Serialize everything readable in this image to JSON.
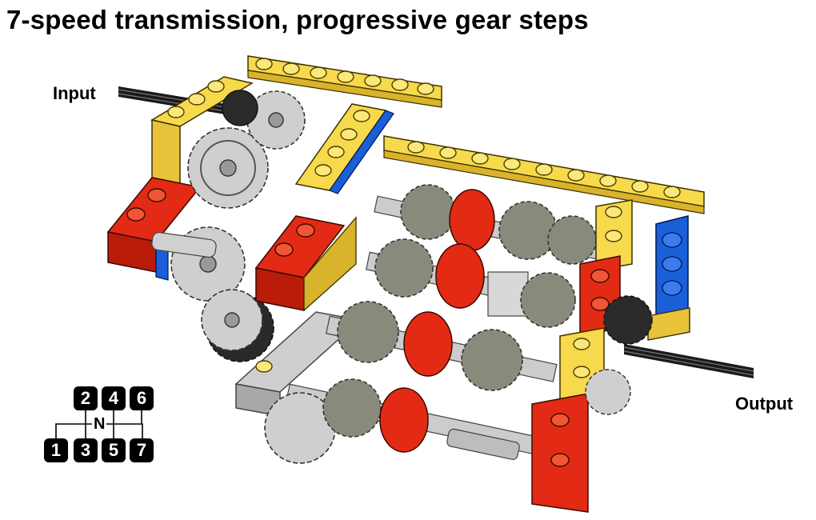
{
  "title": "7-speed transmission, progressive gear steps",
  "labels": {
    "input": "Input",
    "output": "Output"
  },
  "shift_pattern": {
    "neutral": "N",
    "top_row": [
      "2",
      "4",
      "6"
    ],
    "bottom_row": [
      "1",
      "3",
      "5",
      "7"
    ]
  },
  "colors": {
    "yellow_beam": "#f7d94c",
    "red_brick": "#e22a14",
    "blue_brick": "#1a5fd8",
    "light_gray": "#c9c9c9",
    "dark_gray": "#77776e",
    "axle_black": "#1a1a1a"
  }
}
